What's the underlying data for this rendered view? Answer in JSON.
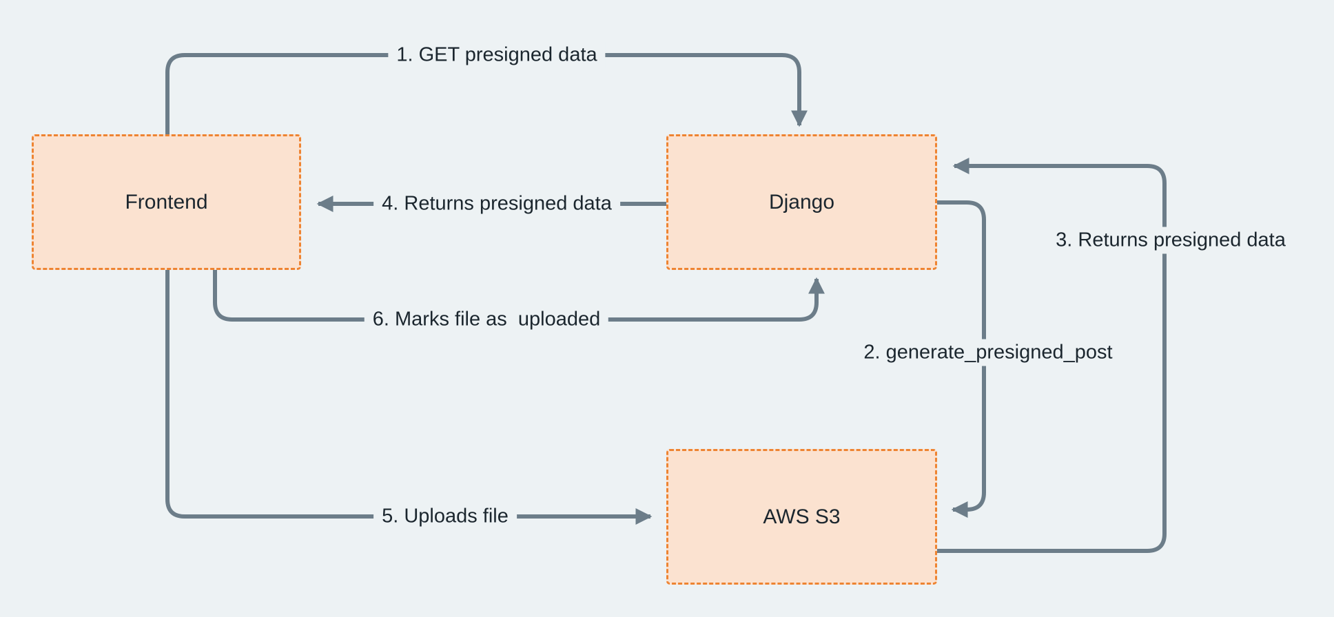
{
  "diagram": {
    "nodes": [
      {
        "id": "frontend",
        "label": "Frontend"
      },
      {
        "id": "django",
        "label": "Django"
      },
      {
        "id": "aws-s3",
        "label": "AWS S3"
      }
    ],
    "edges": [
      {
        "id": "1",
        "from": "frontend",
        "to": "django",
        "label": "1. GET presigned data"
      },
      {
        "id": "2",
        "from": "django",
        "to": "aws-s3",
        "label": "2. generate_presigned_post"
      },
      {
        "id": "3",
        "from": "aws-s3",
        "to": "django",
        "label": "3. Returns presigned data"
      },
      {
        "id": "4",
        "from": "django",
        "to": "frontend",
        "label": "4. Returns presigned data"
      },
      {
        "id": "5",
        "from": "frontend",
        "to": "aws-s3",
        "label": "5. Uploads file"
      },
      {
        "id": "6",
        "from": "frontend",
        "to": "django",
        "label": "6. Marks file as  uploaded"
      }
    ],
    "colors": {
      "background": "#edf2f4",
      "node_fill": "#fbe2d0",
      "node_border": "#ee8432",
      "arrow": "#6c7d89",
      "text": "#1b262e"
    }
  }
}
